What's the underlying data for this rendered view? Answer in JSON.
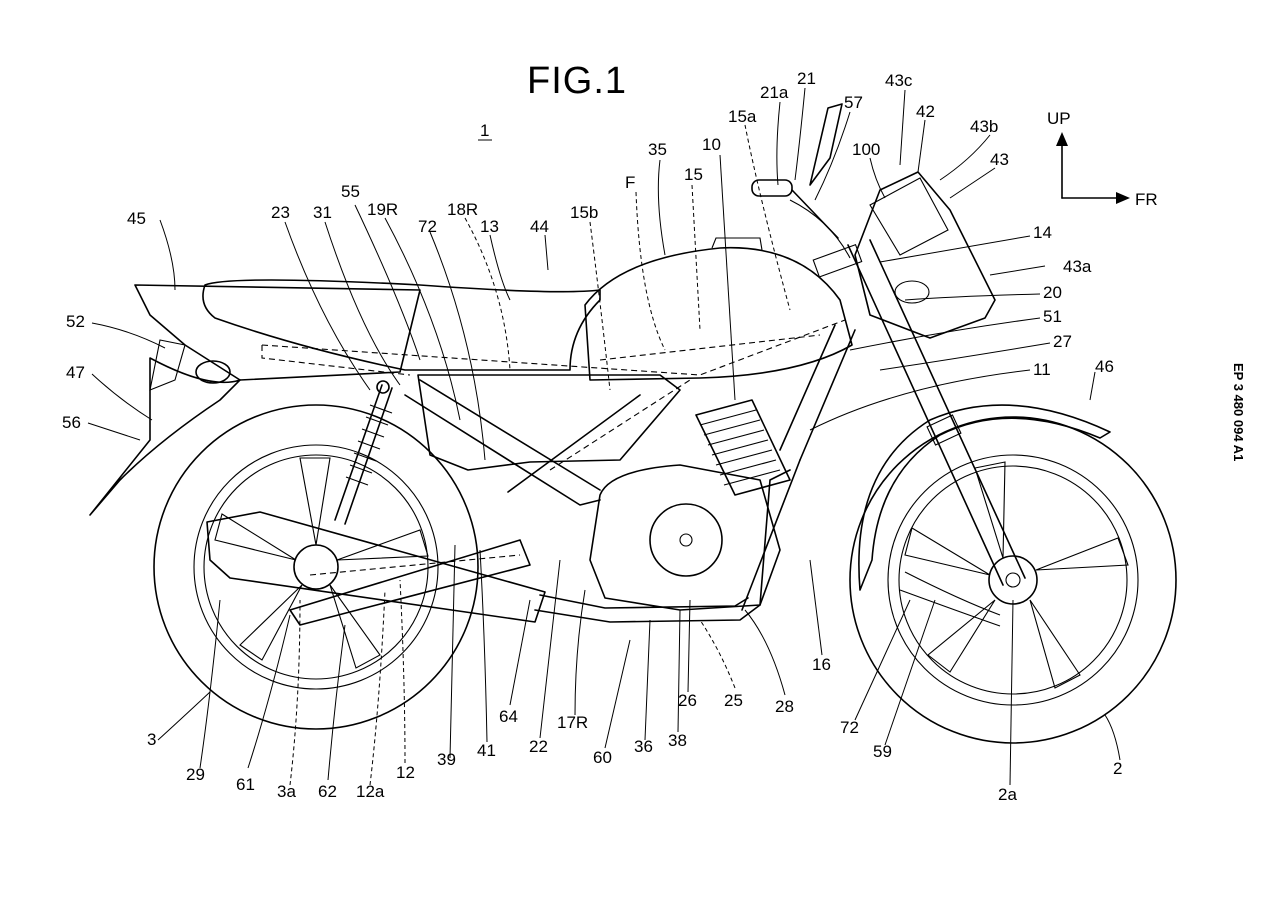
{
  "figure": {
    "title": "FIG.1",
    "vehicle_ref": "1",
    "publication_number": "EP 3 480 094 A1",
    "direction": {
      "up": "UP",
      "front": "FR"
    }
  },
  "reference_labels": [
    "45",
    "23",
    "31",
    "55",
    "19R",
    "72",
    "18R",
    "13",
    "44",
    "15b",
    "F",
    "35",
    "15",
    "10",
    "15a",
    "21a",
    "21",
    "57",
    "100",
    "43c",
    "42",
    "43b",
    "43",
    "14",
    "43a",
    "20",
    "51",
    "27",
    "11",
    "46",
    "52",
    "47",
    "56",
    "3",
    "29",
    "61",
    "3a",
    "62",
    "12a",
    "12",
    "39",
    "41",
    "64",
    "22",
    "17R",
    "60",
    "36",
    "38",
    "26",
    "25",
    "28",
    "16",
    "72",
    "59",
    "2a",
    "2"
  ]
}
